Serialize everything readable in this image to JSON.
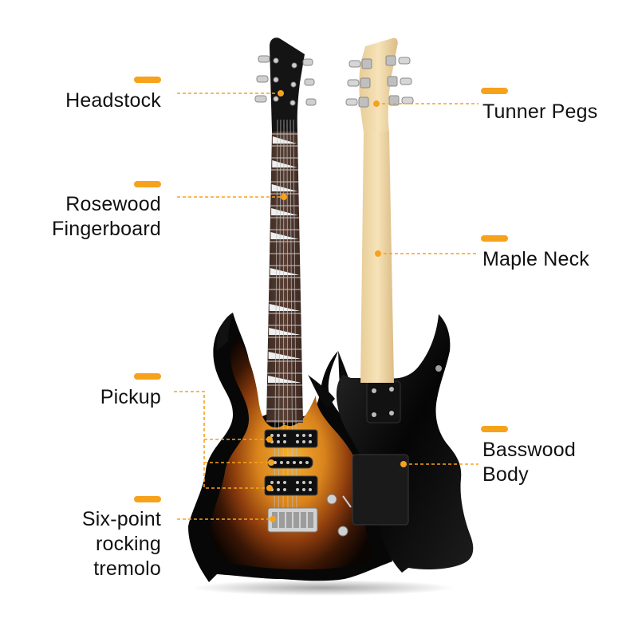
{
  "colors": {
    "accent": "#F7A21B",
    "text": "#111111",
    "background": "#FFFFFF"
  },
  "callouts": {
    "headstock": "Headstock",
    "fingerboard": "Rosewood\nFingerboard",
    "pickup": "Pickup",
    "tremolo": "Six-point\nrocking\ntremolo",
    "tuner_pegs": "Tunner Pegs",
    "maple_neck": "Maple Neck",
    "body": "Basswood\nBody"
  }
}
